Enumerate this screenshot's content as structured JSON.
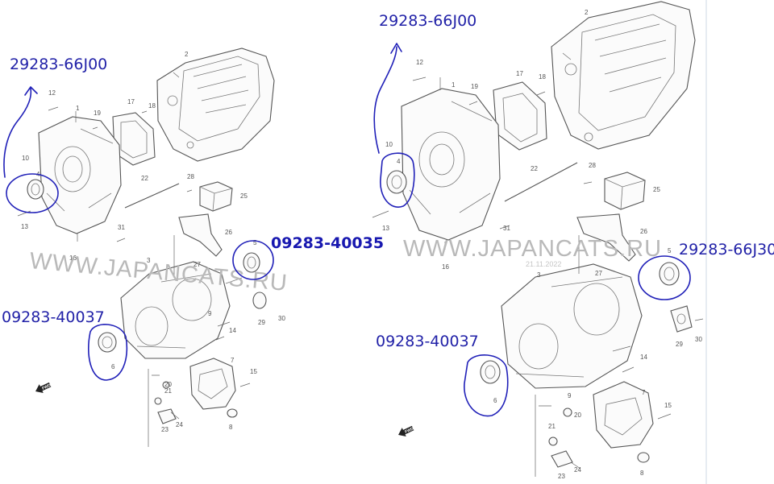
{
  "left_panel": {
    "watermark": "WWW.JAPANCATS.RU",
    "callouts": {
      "top": "29283-66J00",
      "right": "09283-40035",
      "left": "09283-40037"
    },
    "ref_numbers": [
      "1",
      "2",
      "3",
      "4",
      "5",
      "6",
      "7",
      "8",
      "9",
      "10",
      "12",
      "13",
      "14",
      "15",
      "16",
      "17",
      "18",
      "19",
      "20",
      "21",
      "22",
      "23",
      "24",
      "25",
      "26",
      "27",
      "28",
      "29",
      "30",
      "31"
    ],
    "fwd_label": "FWD"
  },
  "right_panel": {
    "watermark": "WWW.JAPANCATS.RU",
    "watermark_date": "21.11.2022",
    "callouts": {
      "top": "29283-66J00",
      "right": "29283-66J30",
      "left": "09283-40037"
    },
    "ref_numbers": [
      "1",
      "2",
      "3",
      "4",
      "5",
      "6",
      "7",
      "8",
      "9",
      "10",
      "12",
      "13",
      "14",
      "15",
      "16",
      "17",
      "18",
      "19",
      "20",
      "21",
      "22",
      "23",
      "24",
      "25",
      "26",
      "27",
      "28",
      "29",
      "30",
      "31"
    ],
    "fwd_label": "FWD"
  },
  "colors": {
    "annotation": "#1a1ab4",
    "drawing": "#555555",
    "watermark": "#b9b9b9"
  }
}
